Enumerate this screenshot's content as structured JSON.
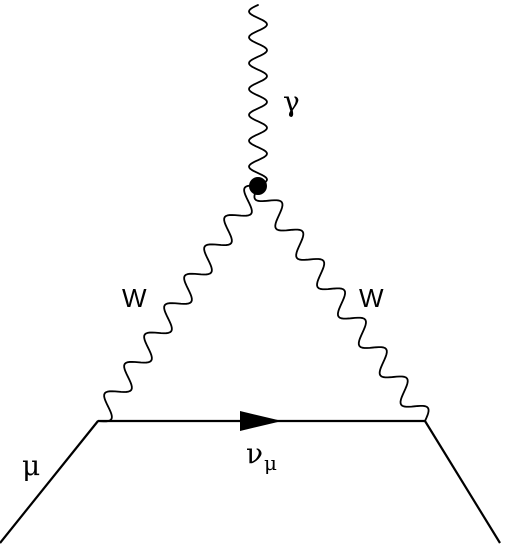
{
  "diagram": {
    "labels": {
      "photon": "γ",
      "w_left": "W",
      "w_right": "W",
      "muon": "μ",
      "neutrino": "ν",
      "neutrino_subscript": "μ"
    },
    "colors": {
      "line": "#000000",
      "background": "#ffffff"
    }
  }
}
